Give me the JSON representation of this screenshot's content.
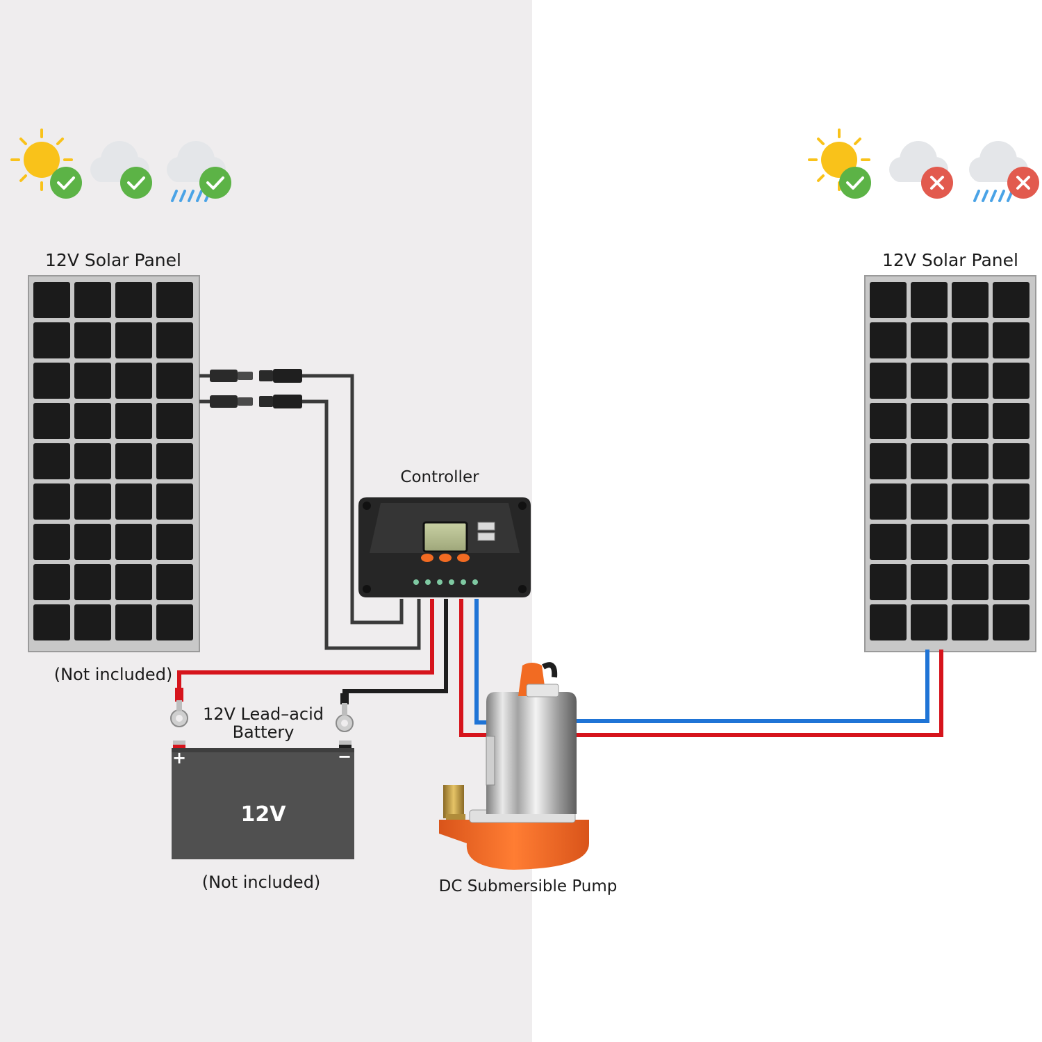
{
  "left_setup": {
    "weather_icons": [
      "sun-icon",
      "cloud-icon",
      "rain-icon"
    ],
    "weather_status": [
      "check-icon",
      "check-icon",
      "check-icon"
    ],
    "panel_label": "12V Solar Panel",
    "panel_note": "(Not included)"
  },
  "right_setup": {
    "weather_icons": [
      "sun-icon",
      "cloud-icon",
      "rain-icon"
    ],
    "weather_status": [
      "check-icon",
      "cross-icon",
      "cross-icon"
    ],
    "panel_label": "12V Solar Panel"
  },
  "controller": {
    "label": "Controller"
  },
  "battery": {
    "title_line1": "12V Lead–acid",
    "title_line2": "Battery",
    "voltage": "12V",
    "positive": "+",
    "negative": "−",
    "note": "(Not included)"
  },
  "pump": {
    "label": "DC Submersible Pump"
  },
  "colors": {
    "left_background": "#efedee",
    "right_background": "#ffffff",
    "wire_positive": "#d6141c",
    "wire_negative": "#1e1e1e",
    "wire_blue": "#1f74d6",
    "check_green": "#5cb346",
    "cross_red": "#e25a4e",
    "pump_orange": "#f26b22"
  }
}
